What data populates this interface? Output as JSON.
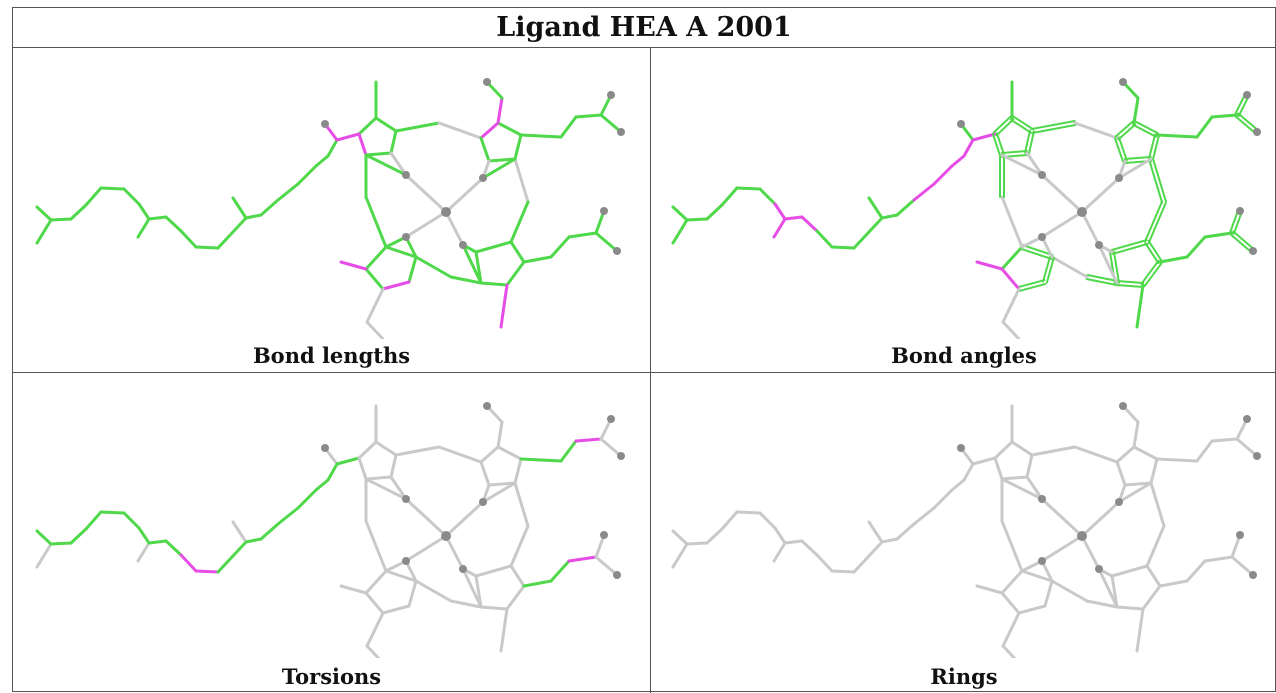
{
  "title": "Ligand HEA A 2001",
  "panels": [
    {
      "id": "bond-lengths",
      "caption": "Bond lengths",
      "row": 0,
      "col": 0
    },
    {
      "id": "bond-angles",
      "caption": "Bond angles",
      "row": 0,
      "col": 1
    },
    {
      "id": "torsions",
      "caption": "Torsions",
      "row": 1,
      "col": 0
    },
    {
      "id": "rings",
      "caption": "Rings",
      "row": 1,
      "col": 1
    }
  ],
  "colors": {
    "good": "#4fd84a",
    "outlier": "#e64de6",
    "neutral": "#c9c9c9",
    "atom": "#8a8a8a",
    "border": "#555555"
  }
}
